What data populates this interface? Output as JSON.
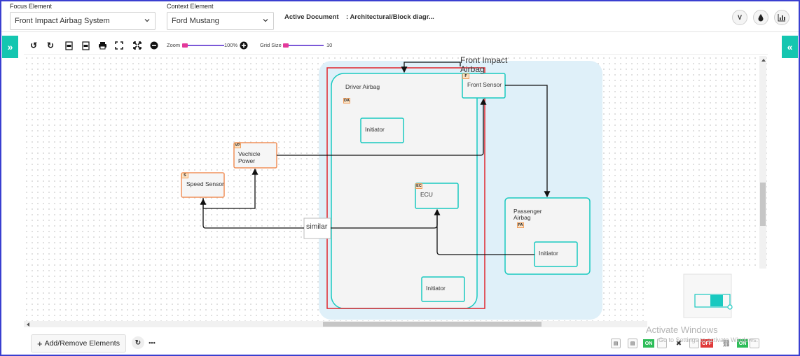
{
  "header": {
    "focus_label": "Focus Element",
    "focus_value": "Front Impact Airbag System",
    "context_label": "Context Element",
    "context_value": "Ford Mustang",
    "active_doc_label": "Active Document",
    "active_doc_value": ": Architectural/Block diagr..."
  },
  "toolbar": {
    "zoom_label": "Zoom",
    "zoom_value": "100%",
    "grid_label": "Grid Size",
    "grid_value": "10"
  },
  "diagram": {
    "group_title": "Front Impact Airbag",
    "driver_airbag": "Driver Airbag",
    "driver_tag": "DA",
    "initiator_1": "Initiator",
    "ecu": "ECU",
    "ecu_tag": "EC",
    "initiator_2": "Initiator",
    "front_sensor": "Front Sensor",
    "front_tag": "F",
    "vehicle_power_1": "Vechicle",
    "vehicle_power_2": "Power",
    "vp_tag": "VP",
    "speed_sensor": "Speed Sensor",
    "speed_tag": "S",
    "passenger_airbag_1": "Passenger",
    "passenger_airbag_2": "Airbag",
    "pa_tag": "PA",
    "initiator_3": "Initiator",
    "similar_label": "similar"
  },
  "bottom": {
    "add_remove": "Add/Remove Elements",
    "more": "•••",
    "on1": "ON",
    "off1": "OFF",
    "on2": "ON"
  },
  "watermark": {
    "line1": "Activate Windows",
    "line2": "Go to Settings to activate Windows."
  },
  "colors": {
    "accent": "#14c6b0",
    "node_teal": "#19c9c0",
    "node_orange": "#f0915a",
    "selection_red": "#e0262e",
    "group_blue": "#dff0f9",
    "zoom_purple": "#7b59d8"
  }
}
